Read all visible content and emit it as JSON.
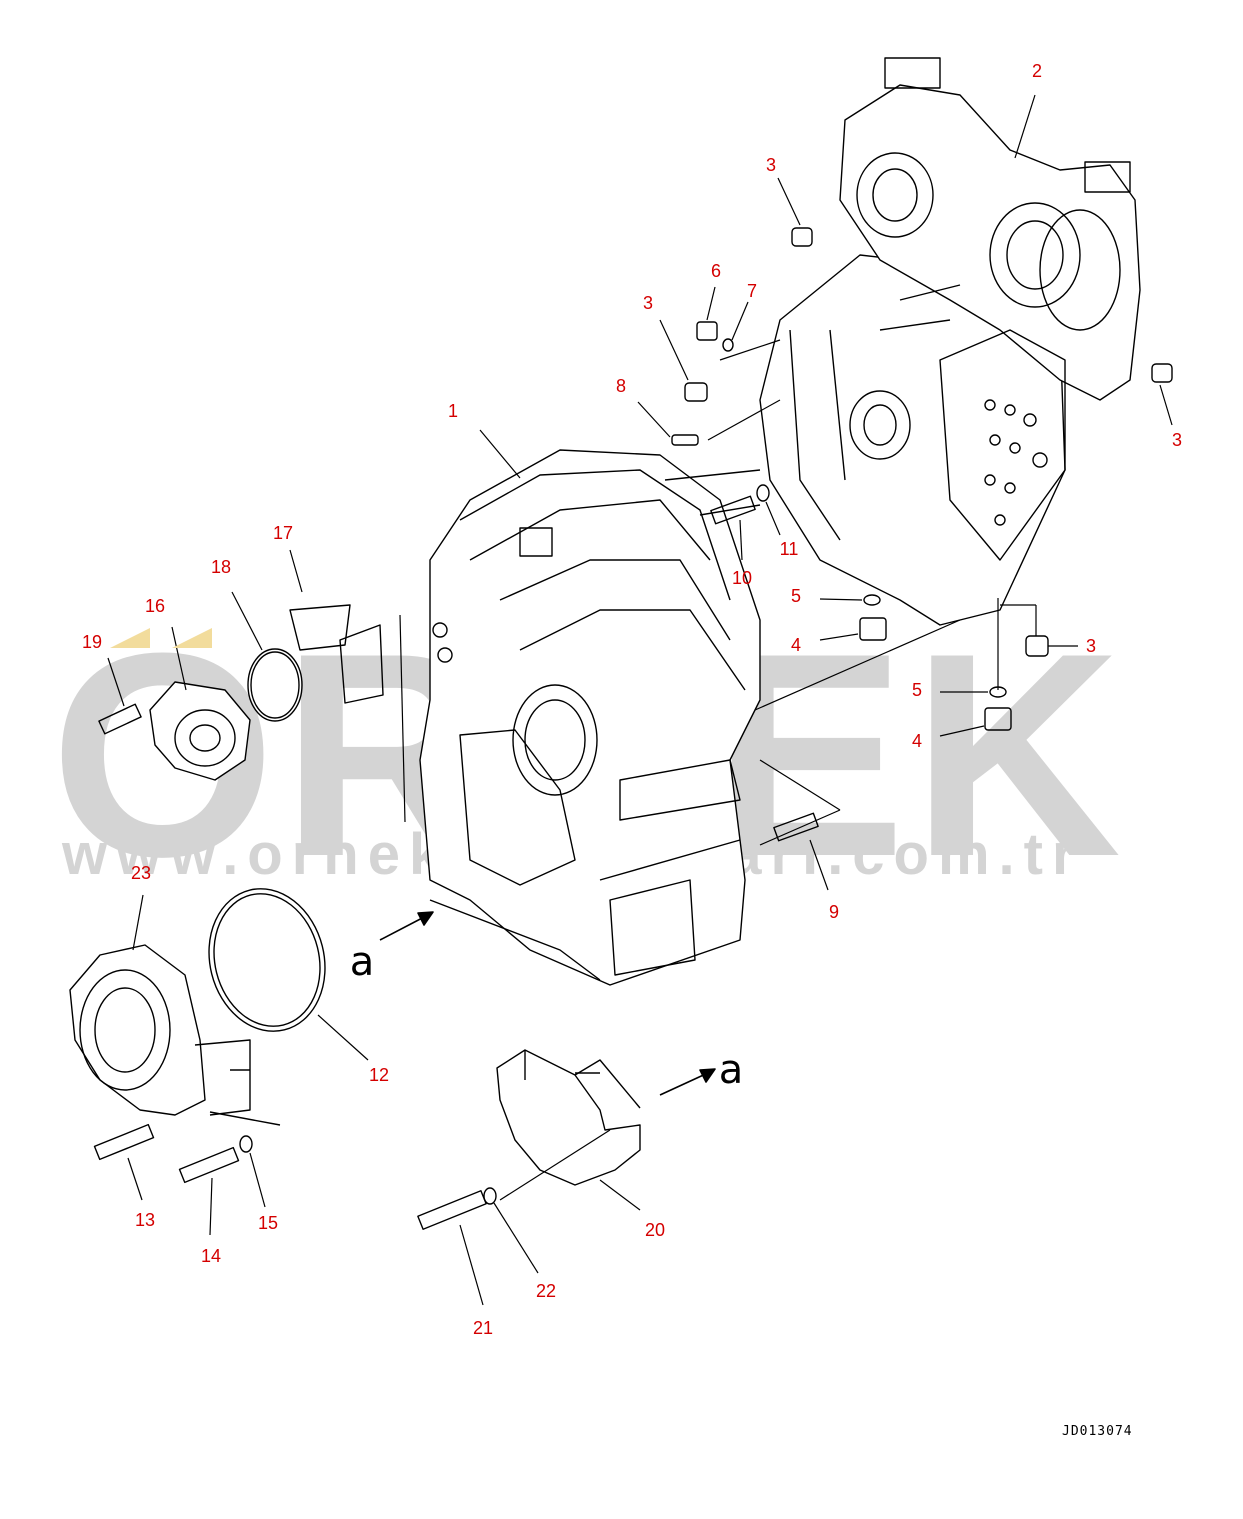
{
  "watermark": {
    "brand": "ORNEK",
    "url": "www.ornekmakinalari.com.tr"
  },
  "drawing_code": "JD013074",
  "view_arrow_label": "a",
  "colors": {
    "callout": "#d40000",
    "line": "#000000",
    "watermark": "#d4d4d4",
    "accent": "#f2dc9c"
  },
  "callouts": [
    {
      "id": "c1",
      "text": "1"
    },
    {
      "id": "c2",
      "text": "2"
    },
    {
      "id": "c3a",
      "text": "3"
    },
    {
      "id": "c3b",
      "text": "3"
    },
    {
      "id": "c3c",
      "text": "3"
    },
    {
      "id": "c3d",
      "text": "3"
    },
    {
      "id": "c4a",
      "text": "4"
    },
    {
      "id": "c4b",
      "text": "4"
    },
    {
      "id": "c5a",
      "text": "5"
    },
    {
      "id": "c5b",
      "text": "5"
    },
    {
      "id": "c6",
      "text": "6"
    },
    {
      "id": "c7",
      "text": "7"
    },
    {
      "id": "c8",
      "text": "8"
    },
    {
      "id": "c9",
      "text": "9"
    },
    {
      "id": "c10",
      "text": "10"
    },
    {
      "id": "c11",
      "text": "11"
    },
    {
      "id": "c12",
      "text": "12"
    },
    {
      "id": "c13",
      "text": "13"
    },
    {
      "id": "c14",
      "text": "14"
    },
    {
      "id": "c15",
      "text": "15"
    },
    {
      "id": "c16",
      "text": "16"
    },
    {
      "id": "c17",
      "text": "17"
    },
    {
      "id": "c18",
      "text": "18"
    },
    {
      "id": "c19",
      "text": "19"
    },
    {
      "id": "c20",
      "text": "20"
    },
    {
      "id": "c21",
      "text": "21"
    },
    {
      "id": "c22",
      "text": "22"
    },
    {
      "id": "c23",
      "text": "23"
    }
  ]
}
